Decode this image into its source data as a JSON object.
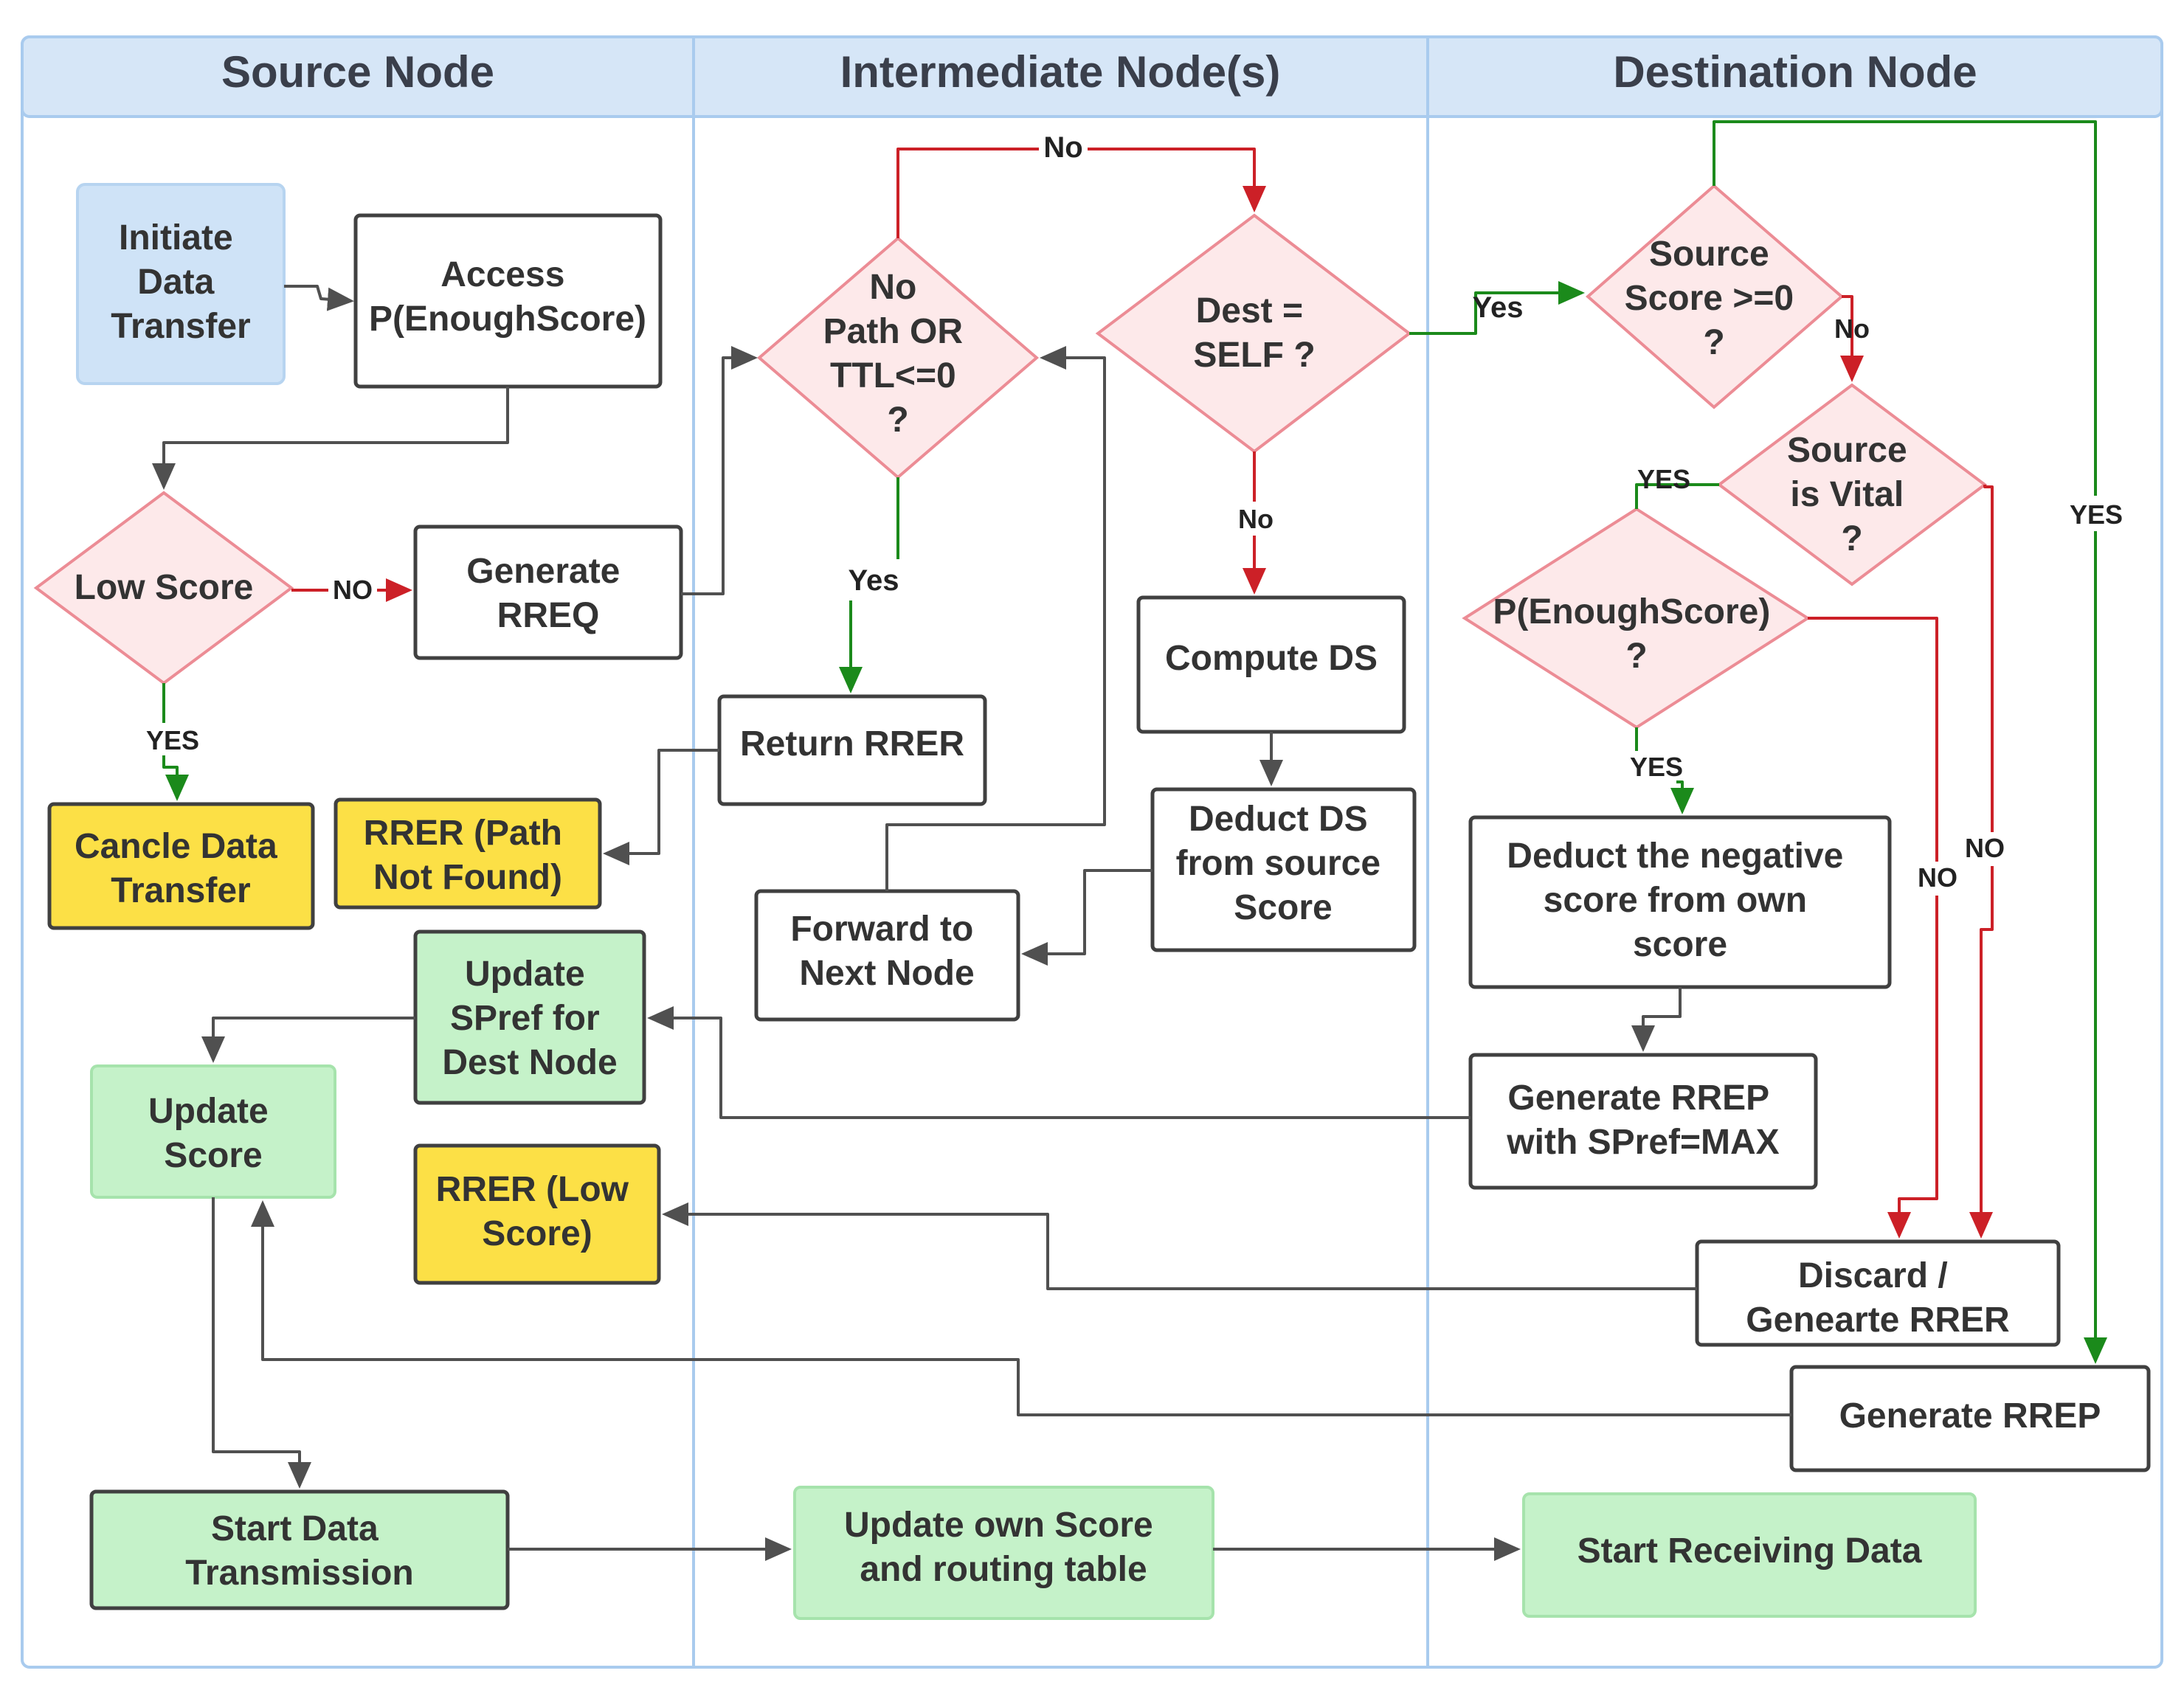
{
  "colors": {
    "lane_header": "#d6e6f7",
    "lane_border": "#a9cbee",
    "box_stroke": "#404040",
    "blue_fill": "#cfe3f7",
    "yellow_fill": "#fce046",
    "green_fill": "#c5f2c9",
    "diamond_fill": "#fde9ea",
    "diamond_stroke": "#ec8c95",
    "red_arrow": "#cc2027",
    "green_arrow": "#1b8a1b",
    "gray_arrow": "#505050"
  },
  "lanes": {
    "source": "Source Node",
    "intermediate": "Intermediate Node(s)",
    "destination": "Destination Node"
  },
  "nodes": {
    "initiate": [
      "Initiate",
      "Data",
      "Transfer"
    ],
    "access": [
      "Access",
      "P(EnoughScore)"
    ],
    "low_score": [
      "Low Score"
    ],
    "generate_rreq": [
      "Generate",
      "RREQ"
    ],
    "cancel": [
      "Cancle Data",
      "Transfer"
    ],
    "rrer_path": [
      "RRER (Path",
      "Not Found)"
    ],
    "update_spref": [
      "Update",
      "SPref for",
      "Dest Node"
    ],
    "update_score": [
      "Update",
      "Score"
    ],
    "rrer_low": [
      "RRER (Low",
      "Score)"
    ],
    "start_tx": [
      "Start Data",
      "Transmission"
    ],
    "no_path": [
      "No",
      "Path OR",
      "TTL<=0",
      "?"
    ],
    "dest_self": [
      "Dest =",
      "SELF      ?"
    ],
    "return_rrer": [
      "Return RRER"
    ],
    "compute_ds": [
      "Compute DS"
    ],
    "deduct_ds": [
      "Deduct DS",
      "from source",
      "Score"
    ],
    "forward": [
      "Forward to",
      "Next Node"
    ],
    "update_own": [
      "Update own Score",
      "and routing table"
    ],
    "source_score": [
      "Source",
      "Score >=0",
      "?"
    ],
    "source_vital": [
      "Source",
      "is Vital",
      "?"
    ],
    "enough_score": [
      "P(EnoughScore)",
      "?"
    ],
    "deduct_neg": [
      "Deduct the negative",
      "score from own",
      "score"
    ],
    "gen_rrep_max": [
      "Generate RREP",
      "with  SPref=MAX"
    ],
    "discard": [
      "Discard /",
      "Genearte RRER"
    ],
    "gen_rrep": [
      "Generate RREP"
    ],
    "start_rx": [
      "Start Receiving Data"
    ]
  },
  "edge_labels": {
    "no_top": "No",
    "no_low": "NO",
    "yes_low": "YES",
    "yes_nopath": "Yes",
    "no_dest": "No",
    "yes_dest": "Yes",
    "no_ss": "No",
    "yes_vital": "YES",
    "yes_right": "YES",
    "yes_enough": "YES",
    "no_vital": "NO",
    "no_enough": "NO"
  }
}
